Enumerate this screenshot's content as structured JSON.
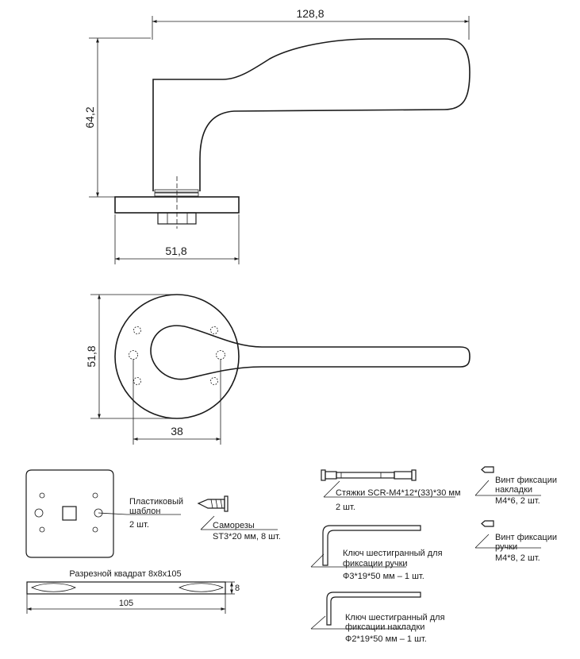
{
  "dimensions": {
    "total_length": "128,8",
    "height": "64,2",
    "rosette_width": "51,8",
    "rosette_height": "51,8",
    "hole_spacing": "38"
  },
  "template": {
    "label_line1": "Пластиковый",
    "label_line2": "шаблон",
    "qty": "2 шт."
  },
  "screws": {
    "label": "Саморезы",
    "spec": "ST3*20 мм, 8 шт."
  },
  "square_bar": {
    "label": "Разрезной квадрат 8x8x105",
    "thickness": "8",
    "length": "105"
  },
  "tie_bolts": {
    "label": "Стяжки SCR-M4*12*(33)*30 мм",
    "qty": "2 шт."
  },
  "hex_key_handle": {
    "label_line1": "Ключ шестигранный для",
    "label_line2": "фиксации ручки",
    "spec": "Ф3*19*50 мм – 1 шт."
  },
  "hex_key_rosette": {
    "label_line1": "Ключ шестигранный для",
    "label_line2": "фиксации накладки",
    "spec": "Ф2*19*50 мм – 1 шт."
  },
  "set_screw_rosette": {
    "label_line1": "Винт фиксации",
    "label_line2": "накладки",
    "spec": "M4*6, 2 шт."
  },
  "set_screw_handle": {
    "label_line1": "Винт фиксации",
    "label_line2": "ручки",
    "spec": "M4*8, 2 шт."
  }
}
